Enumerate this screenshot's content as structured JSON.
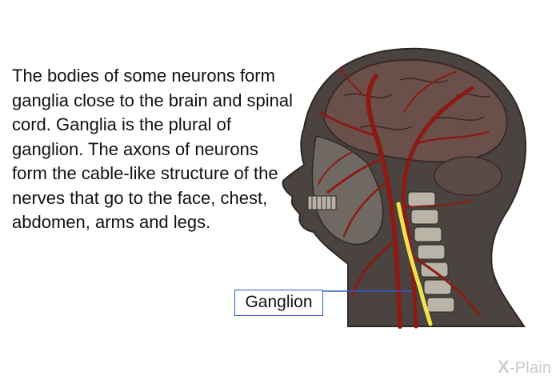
{
  "text": {
    "paragraph": "The bodies of some neurons form ganglia close to the brain and spinal cord. Ganglia is the plural of ganglion. The axons of neurons form the cable-like structure of the nerves that go to the face, chest, abdomen, arms and legs."
  },
  "callout": {
    "label": "Ganglion",
    "border_color": "#2f56c9"
  },
  "logo": {
    "mark": "X",
    "suffix": "-Plain"
  },
  "colors": {
    "head_fill": "#4a4340",
    "vessel": "#8a1c14",
    "bone": "#b9b3a8",
    "nerve": "#f2e24b"
  }
}
